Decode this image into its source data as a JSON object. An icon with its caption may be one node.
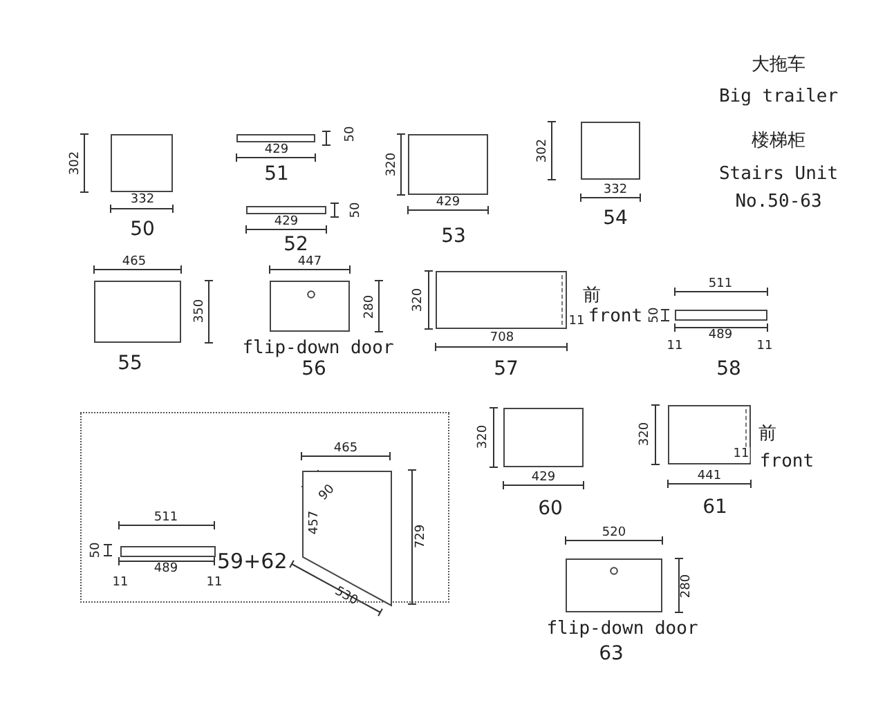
{
  "diagram": {
    "nodes": [
      {
        "text": [],
        "shape": "box",
        "beside": [
          "302",
          "332",
          "50"
        ]
      },
      {
        "text": [],
        "shape": "box",
        "beside": [
          "429",
          "50",
          "51"
        ]
      },
      {
        "text": [],
        "shape": "box",
        "beside": [
          "429",
          "50",
          "52"
        ]
      },
      {
        "text": [],
        "shape": "box",
        "beside": [
          "320",
          "429",
          "53"
        ]
      },
      {
        "text": [],
        "shape": "box",
        "beside": [
          "302",
          "332",
          "54"
        ]
      },
      {
        "text": [],
        "shape": "box",
        "beside": [
          "465",
          "350",
          "55"
        ]
      },
      {
        "text": [],
        "shape": "box",
        "beside": [
          "447",
          "280",
          "flip-down door",
          "56"
        ]
      },
      {
        "text": [],
        "shape": "box",
        "beside": [
          "320",
          "708",
          "11",
          "前",
          "front",
          "57"
        ]
      },
      {
        "text": [],
        "shape": "box",
        "beside": [
          "511",
          "50",
          "489",
          "11",
          "11",
          "58"
        ]
      },
      {
        "text": [
          "59+62"
        ]
      },
      {
        "text": [],
        "shape": "box",
        "in": 9,
        "beside": [
          "511",
          "50",
          "489",
          "11",
          "11"
        ]
      },
      {
        "text": [
          "90",
          "457"
        ],
        "in": 9,
        "beside": [
          "465",
          "729",
          "530"
        ]
      },
      {
        "text": [],
        "shape": "box",
        "beside": [
          "320",
          "429",
          "60"
        ]
      },
      {
        "text": [
          "11"
        ],
        "beside": [
          "320",
          "前",
          "front",
          "441",
          "61"
        ]
      },
      {
        "text": [],
        "shape": "box",
        "beside": [
          "520",
          "280",
          "flip-down door",
          "63"
        ]
      }
    ],
    "labels": [
      "大拖车",
      "Big trailer",
      "楼梯柜",
      "Stairs Unit",
      "No.50-63"
    ]
  }
}
